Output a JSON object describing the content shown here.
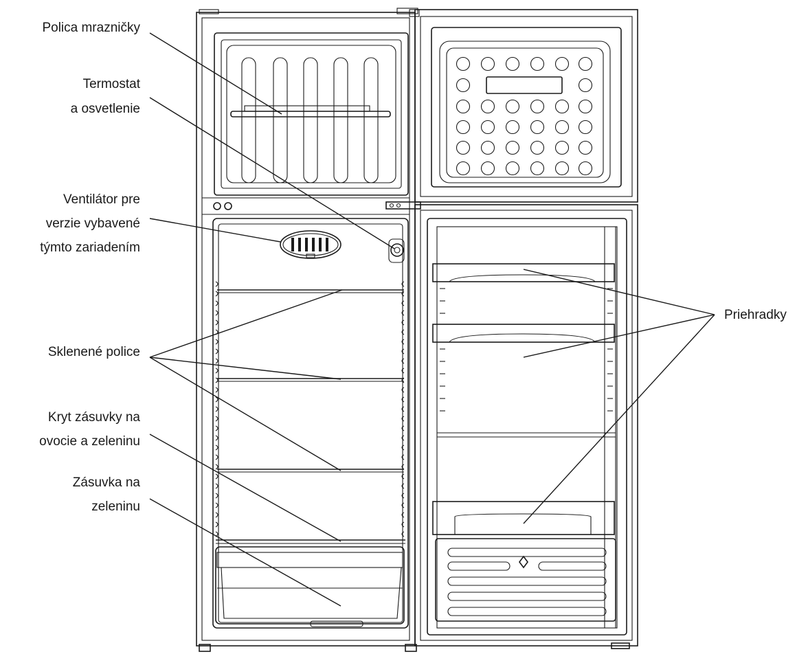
{
  "labels": {
    "freezer_shelf": "Polica mrazničky",
    "thermostat_1": "Termostat",
    "thermostat_2": "a osvetlenie",
    "fan_1": "Ventilátor pre",
    "fan_2": "verzie vybavené",
    "fan_3": "týmto zariadením",
    "glass_shelves": "Sklenené police",
    "crisper_cover_1": "Kryt zásuvky na",
    "crisper_cover_2": "ovocie a zeleninu",
    "crisper_1": "Zásuvka na",
    "crisper_2": "zeleninu",
    "door_bins": "Priehradky"
  },
  "colors": {
    "line": "#1a1a1a",
    "background": "#ffffff"
  }
}
